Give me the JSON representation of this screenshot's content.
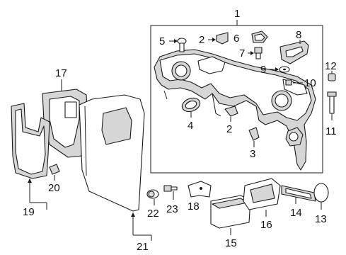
{
  "callouts": {
    "c1": "1",
    "c2a": "2",
    "c2b": "2",
    "c3": "3",
    "c4": "4",
    "c5": "5",
    "c6": "6",
    "c7": "7",
    "c8": "8",
    "c9": "9",
    "c10": "10",
    "c11": "11",
    "c12": "12",
    "c13": "13",
    "c14": "14",
    "c15": "15",
    "c16": "16",
    "c17": "17",
    "c18": "18",
    "c19": "19",
    "c20": "20",
    "c21": "21",
    "c22": "22",
    "c23": "23"
  }
}
